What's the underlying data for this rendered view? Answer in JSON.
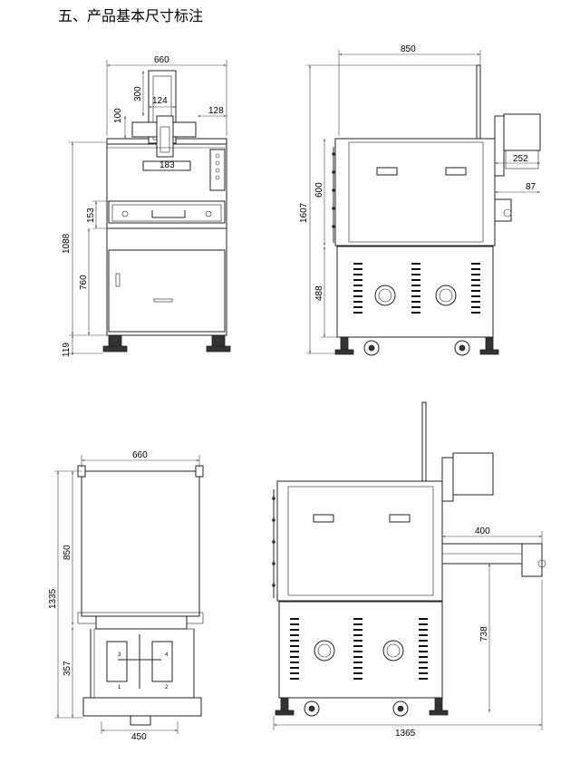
{
  "heading": "五、产品基本尺寸标注",
  "front_view": {
    "dims": {
      "width": "660",
      "tower_height": "300",
      "tower_width": "124",
      "top_height": "100",
      "side_offset": "128",
      "clamp_width": "183",
      "window_height": "153",
      "total_height": "1088",
      "lower_height": "760",
      "foot_height": "119"
    }
  },
  "side_view": {
    "dims": {
      "depth": "850",
      "total_height": "1607",
      "upper_height": "600",
      "lower_height": "488",
      "motor_offset": "252",
      "knob_offset": "87"
    }
  },
  "top_view": {
    "dims": {
      "width": "660",
      "body_length": "850",
      "total_length": "1335",
      "extension_length": "357",
      "tray_width": "450"
    },
    "labels": [
      "3",
      "4",
      "1",
      "2"
    ]
  },
  "extended_view": {
    "dims": {
      "slide_length": "400",
      "slide_height": "738",
      "total_length": "1365"
    }
  }
}
